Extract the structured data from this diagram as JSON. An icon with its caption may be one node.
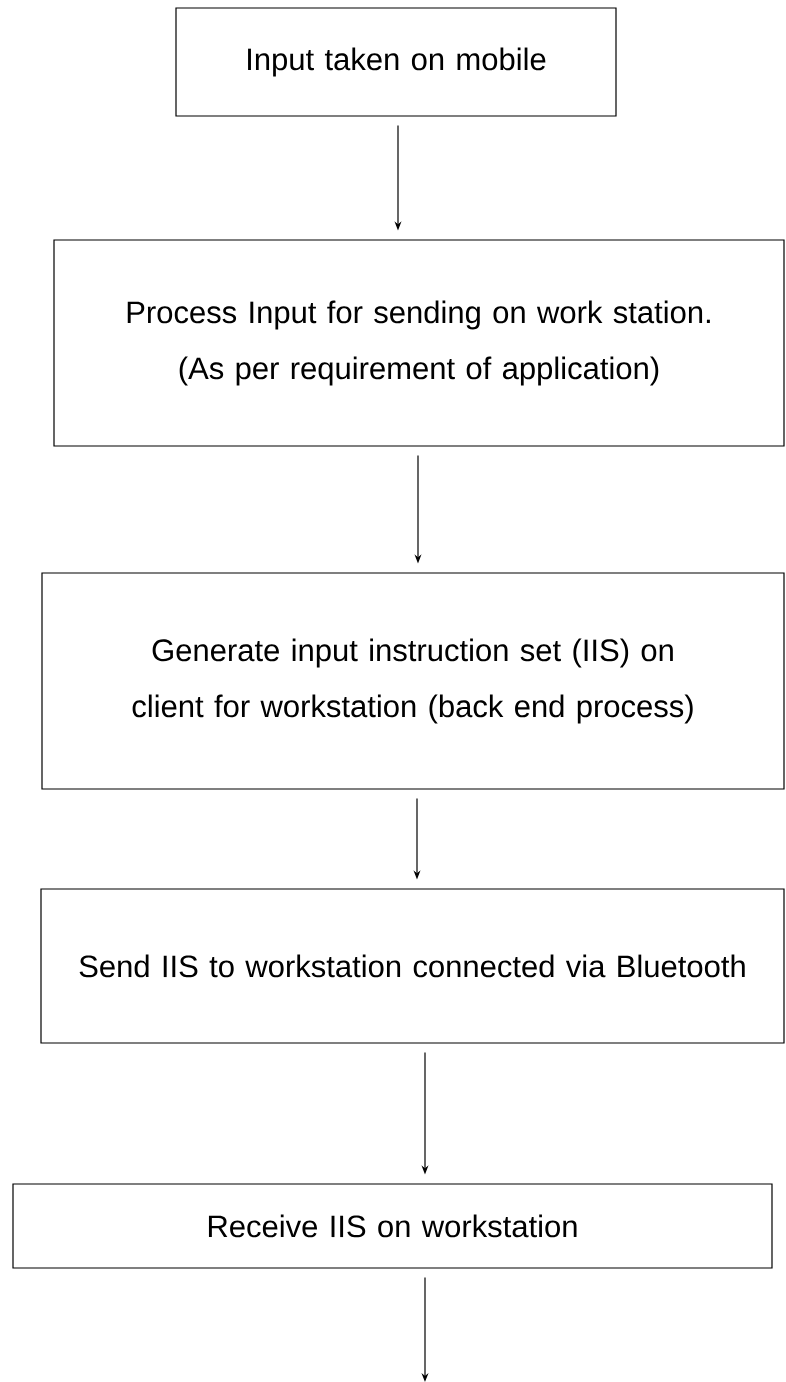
{
  "diagram": {
    "nodes": [
      {
        "text": [
          "Input taken on mobile"
        ]
      },
      {
        "text": [
          "Process Input for sending on work station. (As per requirement of application)"
        ]
      },
      {
        "text": [
          "Generate input instruction set (IIS) on client for workstation (back end process)"
        ]
      },
      {
        "text": [
          "Send IIS to workstation connected via Bluetooth"
        ]
      },
      {
        "text": [
          "Receive IIS on workstation"
        ]
      }
    ],
    "edges": [
      {
        "from": 0,
        "to": 1,
        "arrow": "to"
      },
      {
        "from": 1,
        "to": 2,
        "arrow": "to"
      },
      {
        "from": 2,
        "to": 3,
        "arrow": "to"
      },
      {
        "from": 3,
        "to": 4,
        "arrow": "to"
      },
      {
        "from": 4,
        "to": null,
        "arrow": "to"
      }
    ]
  }
}
